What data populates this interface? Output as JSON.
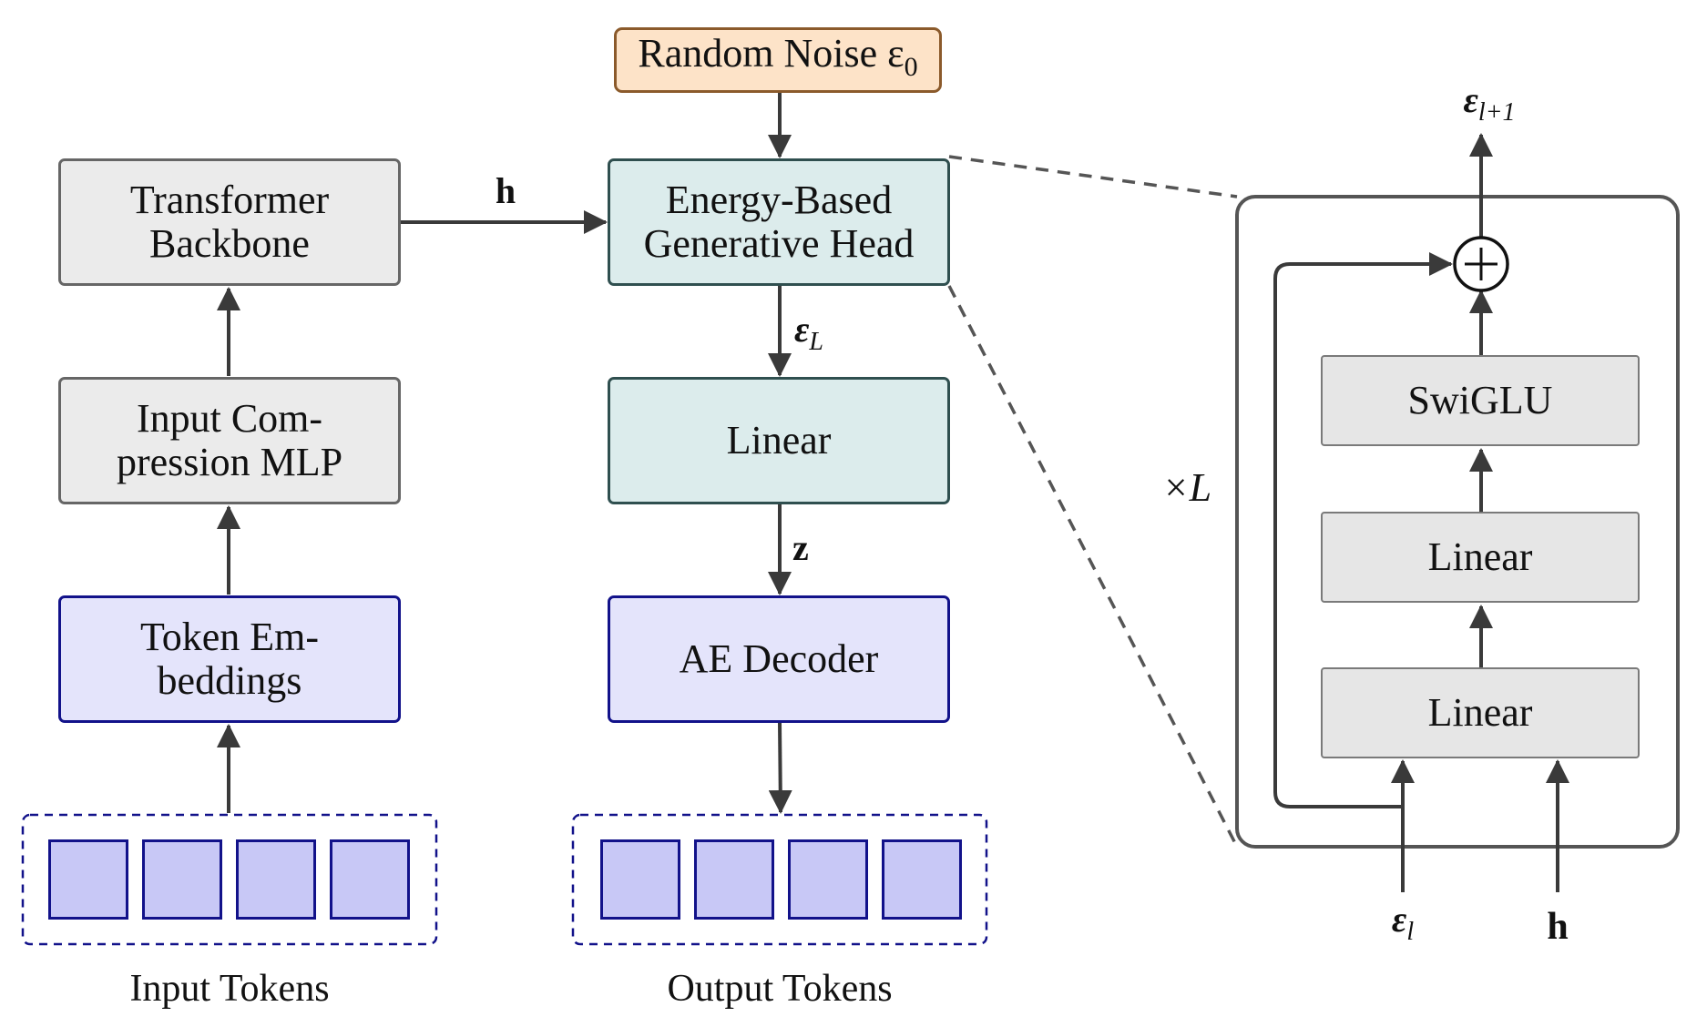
{
  "nodes": {
    "random_noise": "Random Noise ε",
    "random_noise_sub": "0",
    "transformer_backbone_line1": "Transformer",
    "transformer_backbone_line2": "Backbone",
    "energy_head_line1": "Energy-Based",
    "energy_head_line2": "Generative Head",
    "input_compression_line1": "Input Com-",
    "input_compression_line2": "pression MLP",
    "linear_main": "Linear",
    "token_embeddings_line1": "Token Em-",
    "token_embeddings_line2": "beddings",
    "ae_decoder": "AE Decoder",
    "swiglu": "SwiGLU",
    "linear_inner_top": "Linear",
    "linear_inner_bottom": "Linear"
  },
  "groups": {
    "input_tokens": "Input Tokens",
    "output_tokens": "Output Tokens",
    "input_token_count": 4,
    "output_token_count": 4
  },
  "edge_labels": {
    "h": "h",
    "eps_L": "ε",
    "eps_L_sub": "L",
    "z": "z",
    "eps_next": "ε",
    "eps_next_sub": "l+1",
    "eps_l": "ε",
    "eps_l_sub": "l",
    "h_input": "h",
    "repeat": "×L",
    "plus": "+"
  }
}
